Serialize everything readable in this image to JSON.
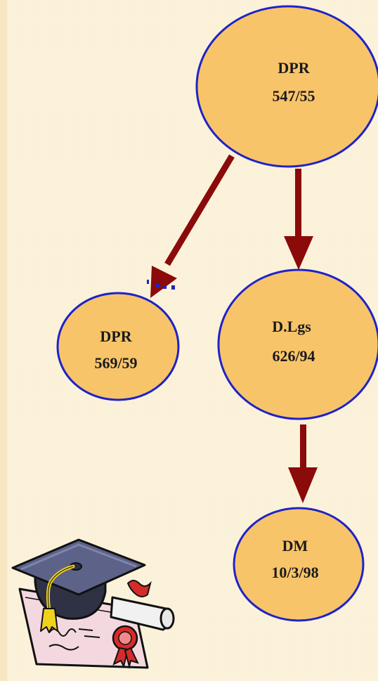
{
  "diagram": {
    "nodes": [
      {
        "id": "n1",
        "line1": "DPR",
        "line2": "547/55"
      },
      {
        "id": "n2",
        "line1": "DPR",
        "line2": "569/59"
      },
      {
        "id": "n3",
        "line1": "D.Lgs",
        "line2": "626/94"
      },
      {
        "id": "n4",
        "line1": "DM",
        "line2": "10/3/98"
      }
    ],
    "edges": [
      {
        "from": "n1",
        "to": "n2"
      },
      {
        "from": "n1",
        "to": "n3"
      },
      {
        "from": "n3",
        "to": "n4"
      }
    ],
    "colors": {
      "node_fill": "#f8c46a",
      "node_stroke": "#1e23c8",
      "arrow": "#8b0a0a",
      "background": "#fbf1d8"
    }
  },
  "clipart": {
    "icon": "graduation-cap-diploma-icon"
  }
}
